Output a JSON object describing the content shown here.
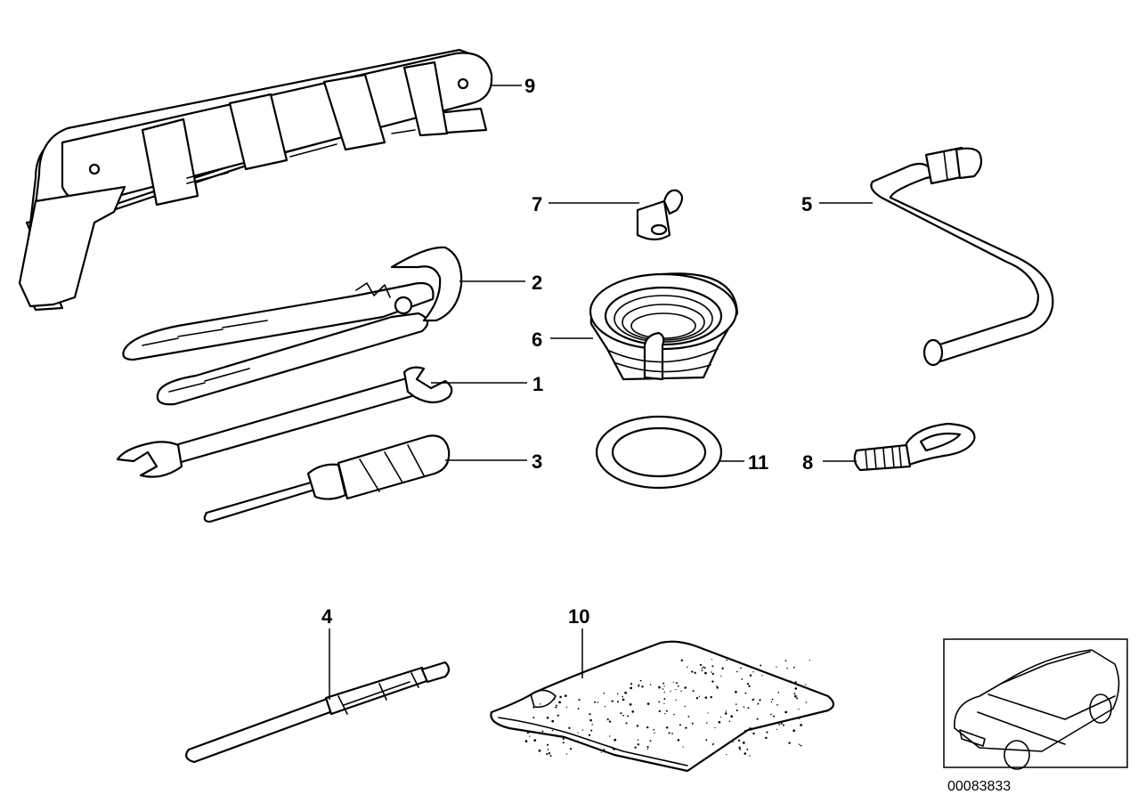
{
  "parts": [
    {
      "id": "p1",
      "number": "1"
    },
    {
      "id": "p2",
      "number": "2"
    },
    {
      "id": "p3",
      "number": "3"
    },
    {
      "id": "p4",
      "number": "4"
    },
    {
      "id": "p5",
      "number": "5"
    },
    {
      "id": "p6",
      "number": "6"
    },
    {
      "id": "p7",
      "number": "7"
    },
    {
      "id": "p8",
      "number": "8"
    },
    {
      "id": "p9",
      "number": "9"
    },
    {
      "id": "p10",
      "number": "10"
    },
    {
      "id": "p11",
      "number": "11"
    }
  ],
  "reference_number": "00083833"
}
